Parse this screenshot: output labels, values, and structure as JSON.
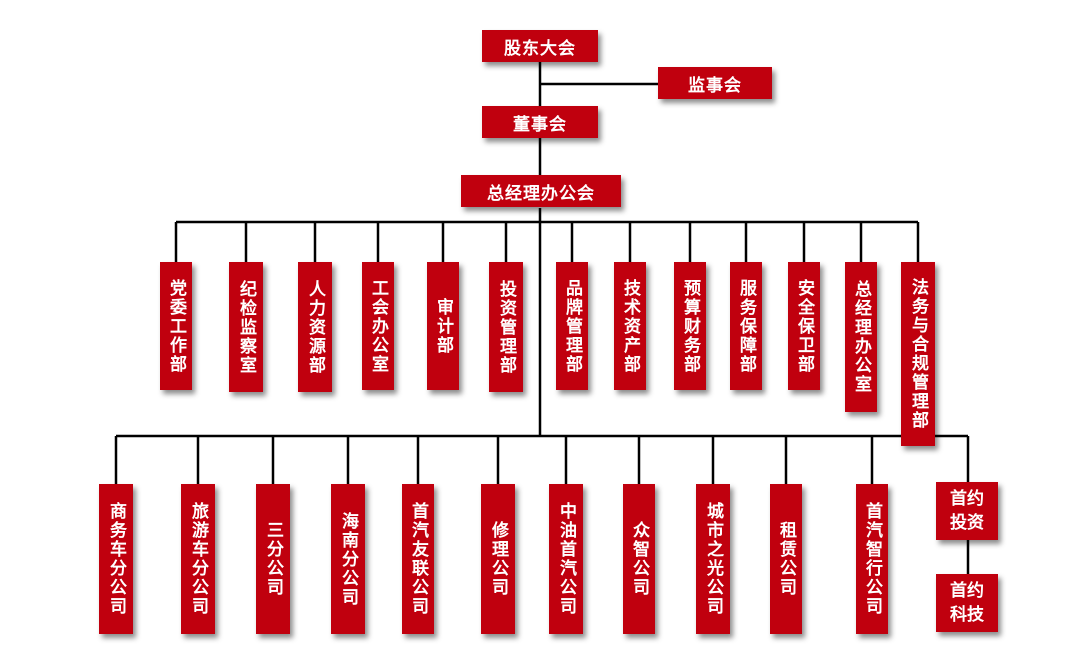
{
  "top": {
    "shareholders": "股东大会",
    "supervisors": "监事会",
    "board": "董事会",
    "gm_office": "总经理办公会"
  },
  "departments": [
    "党委工作部",
    "纪检监察室",
    "人力资源部",
    "工会办公室",
    "审计部",
    "投资管理部",
    "品牌管理部",
    "技术资产部",
    "预算财务部",
    "服务保障部",
    "安全保卫部",
    "总经理办公室",
    "法务与合规管理部"
  ],
  "subsidiaries": [
    "商务车分公司",
    "旅游车分公司",
    "三分公司",
    "海南分公司",
    "首汽友联公司",
    "修理公司",
    "中油首汽公司",
    "众智公司",
    "城市之光公司",
    "租赁公司",
    "首汽智行公司"
  ],
  "investment": {
    "parent_line1": "首约",
    "parent_line2": "投资",
    "child_line1": "首约",
    "child_line2": "科技"
  },
  "colors": {
    "box": "#c0000e",
    "text": "#ffffff",
    "lines": "#000000"
  }
}
